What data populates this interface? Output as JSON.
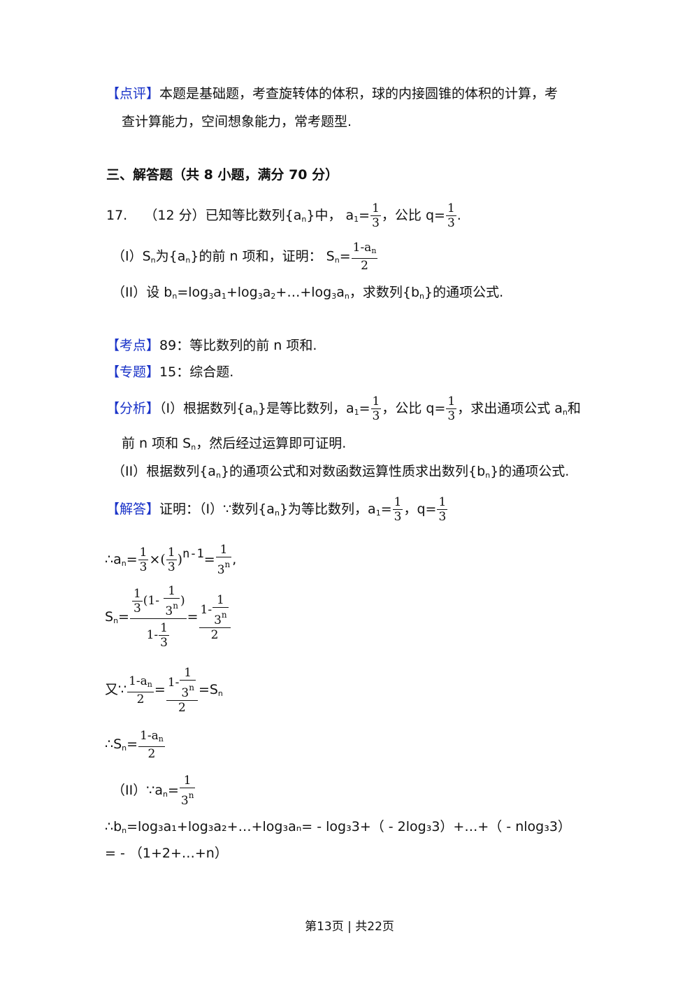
{
  "review": {
    "tag": "【点评】",
    "line1": "本题是基础题，考查旋转体的体积，球的内接圆锥的体积的计算，考",
    "line2": "查计算能力，空间想象能力，常考题型."
  },
  "section": {
    "title": "三、解答题（共 8 小题，满分 70 分）"
  },
  "problem": {
    "number": "17.",
    "score": "（12 分）",
    "stem_a": "已知等比数列",
    "stem_b": "中，",
    "stem_c": "，公比 q=",
    "part1_label": "（I）",
    "part1_a": "为",
    "part1_b": "的前 n 项和，证明：",
    "part2_label": "（II）",
    "part2_a": "设 b",
    "part2_b": "=log",
    "part2_c": "，求数列",
    "part2_d": "的通项公式."
  },
  "kaodian": {
    "tag": "【考点】",
    "text": "89：等比数列的前 n 项和."
  },
  "zhuanti": {
    "tag": "【专题】",
    "text": "15：综合题."
  },
  "fenxi": {
    "tag": "【分析】",
    "a": "（I）根据数列",
    "b": "是等比数列，",
    "c": "，公比 q=",
    "d": "，求出通项公式 a",
    "e": "和",
    "line2": "前 n 项和 S",
    "line2b": "，然后经过运算即可证明.",
    "line3a": "（II）根据数列",
    "line3b": "的通项公式和对数函数运算性质求出数列",
    "line3c": "的通项公式."
  },
  "jieda": {
    "tag": "【解答】",
    "a": "证明：（I）∵数列",
    "b": "为等比数列，",
    "c": "，q="
  },
  "math": {
    "one": "1",
    "three": "3",
    "two": "2",
    "seq_a": "{a",
    "seq_b": "{b",
    "close": "}",
    "n": "n",
    "sub1": "1",
    "sub2": "2",
    "sub3": "3",
    "a1eq": "a",
    "eq": "=",
    "S": "S",
    "one_minus_a": "1-a",
    "one_minus": "1-",
    "therefore": "∴",
    "because": "∵",
    "you": "又∵",
    "times": "×",
    "nminus1": "n-1",
    "three_n": "3",
    "comma": ",",
    "paren_l": "(",
    "paren_r": ")",
    "one_minus_sp": "(1-",
    "log": "log",
    "plus": "+",
    "dots": "…"
  },
  "part2_proof": {
    "label": "（II）",
    "line1": "=log₃a₁+log₃a₂+…+log₃aₙ= - log₃3+（ - 2log₃3）+…+（ - nlog₃3）",
    "line2": "= - （1+2+…+n）"
  },
  "footer": {
    "text": "第13页 | 共22页"
  }
}
